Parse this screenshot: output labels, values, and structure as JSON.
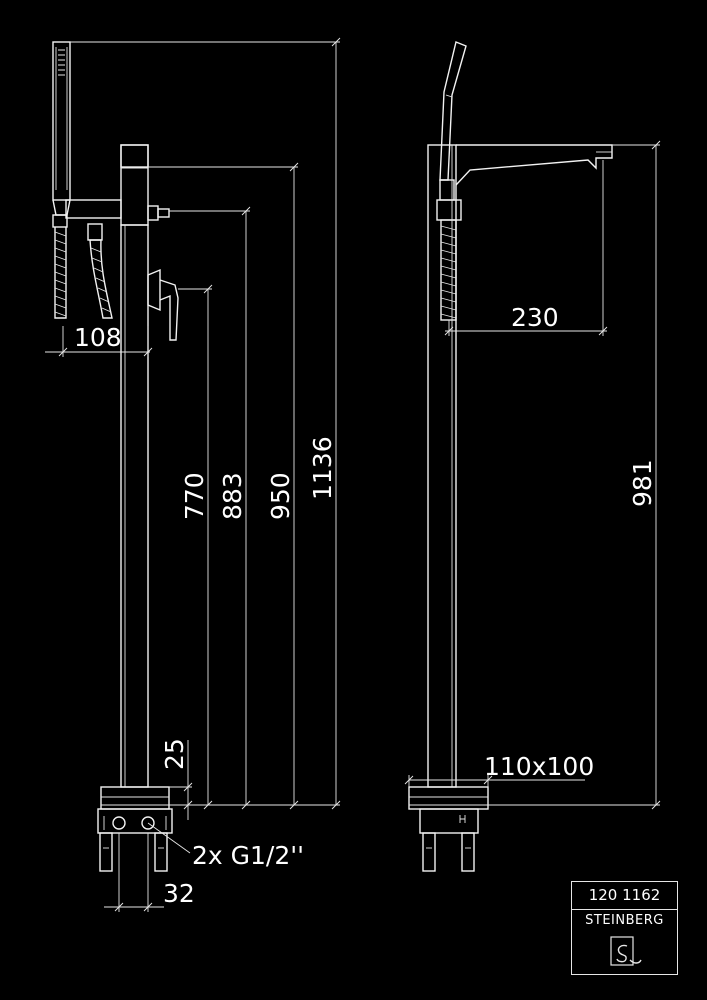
{
  "dimensions": {
    "width_108": "108",
    "height_770": "770",
    "height_883": "883",
    "height_950": "950",
    "height_1136": "1136",
    "base_25": "25",
    "connection": "2x G1/2''",
    "width_32": "32",
    "spout_230": "230",
    "height_981": "981",
    "base_size": "110x100"
  },
  "stamp": {
    "code": "120 1162",
    "brand": "STEINBERG"
  },
  "logo": {
    "icon": "steinberg-logo-icon"
  },
  "colors": {
    "background": "#000000",
    "lines": "#f2f2f2"
  }
}
